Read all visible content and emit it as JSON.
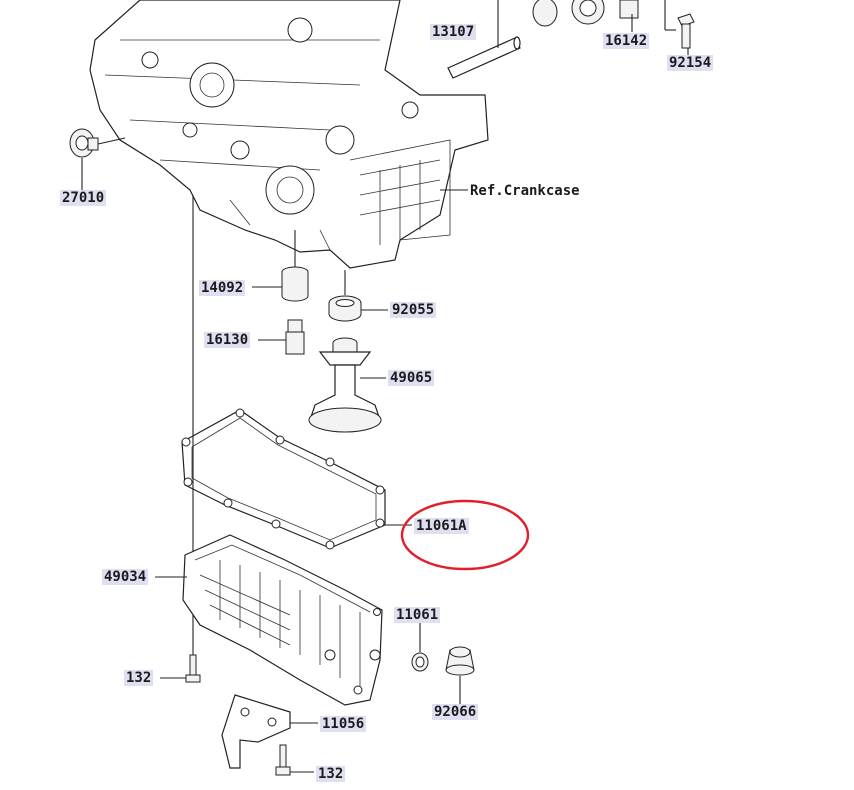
{
  "callouts": {
    "p13107": "13107",
    "p16142": "16142",
    "p92154": "92154",
    "p27010": "27010",
    "ref_crankcase": "Ref.Crankcase",
    "p14092": "14092",
    "p92055": "92055",
    "p16130": "16130",
    "p49065": "49065",
    "p11061A": "11061A",
    "p49034": "49034",
    "p11061": "11061",
    "p132_a": "132",
    "p92066": "92066",
    "p11056": "11056",
    "p132_b": "132"
  },
  "highlight": {
    "color": "#e0202a",
    "target": "11061A"
  }
}
